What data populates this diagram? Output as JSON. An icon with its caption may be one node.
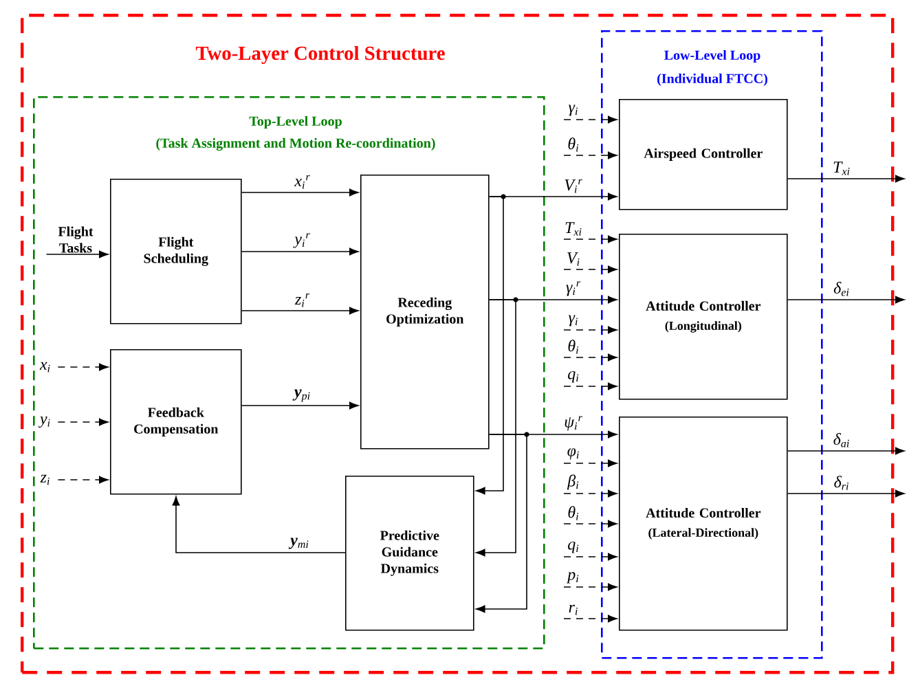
{
  "diagram": {
    "nodes": [
      {
        "text": [
          "Two-Layer Control Structure"
        ]
      },
      {
        "text": [
          "Top-Level Loop",
          "(Task Assignment and Motion Re-coordination)"
        ],
        "in": 0
      },
      {
        "text": [
          "Low-Level Loop",
          "(Individual FTCC)"
        ],
        "in": 0
      },
      {
        "text": [
          "Flight Tasks"
        ],
        "in": 1
      },
      {
        "text": [
          "Flight Scheduling"
        ],
        "in": 1
      },
      {
        "text": [
          "Receding Optimization"
        ],
        "in": 1
      },
      {
        "text": [
          "x$_{i}$"
        ],
        "in": 1
      },
      {
        "text": [
          "Feedback Compensation"
        ],
        "in": 1
      },
      {
        "text": [
          "y$_{i}$"
        ],
        "in": 1
      },
      {
        "text": [
          "z$_{i}$"
        ],
        "in": 1
      },
      {
        "text": [
          "Predictive Guidance Dynamics"
        ],
        "in": 1
      },
      {
        "text": [
          "Airspeed Controller"
        ],
        "in": 2
      },
      {
        "text": [
          "Attitude Controller",
          "(Longitudinal)"
        ],
        "in": 2
      },
      {
        "text": [
          "Attitude Controller",
          "(Lateral-Directional)"
        ],
        "in": 2
      }
    ],
    "edges": [
      {
        "from": 3,
        "to": 4,
        "arrow": "to"
      },
      {
        "from": 4,
        "to": 5,
        "arrow": "to",
        "label": "x$_{i}$$^{r}$"
      },
      {
        "from": 4,
        "to": 5,
        "arrow": "to",
        "label": "y$_{i}$$^{r}$"
      },
      {
        "from": 4,
        "to": 5,
        "arrow": "to",
        "label": "z$_{i}$$^{r}$"
      },
      {
        "from": 6,
        "to": 7,
        "arrow": "to",
        "style": "dashed"
      },
      {
        "from": 8,
        "to": 7,
        "arrow": "to",
        "style": "dashed"
      },
      {
        "from": 9,
        "to": 7,
        "arrow": "to",
        "style": "dashed"
      },
      {
        "from": 7,
        "to": 5,
        "arrow": "to",
        "label": "**y**$_{pi}$"
      },
      {
        "from": 10,
        "to": 7,
        "arrow": "to",
        "label": "**y**$_{mi}$"
      },
      {
        "from": 5,
        "to": 11,
        "arrow": "to",
        "label": "V$_{i}$$^{r}$"
      },
      {
        "from": 5,
        "to": 10,
        "arrow": "to"
      },
      {
        "from": 5,
        "to": 12,
        "arrow": "to",
        "label": "γ$_{i}$$^{r}$"
      },
      {
        "from": 5,
        "to": 10,
        "arrow": "to"
      },
      {
        "from": 5,
        "to": 13,
        "arrow": "to",
        "label": "ψ$_{i}$$^{r}$"
      },
      {
        "from": 5,
        "to": 10,
        "arrow": "to"
      },
      {
        "from": null,
        "to": 11,
        "arrow": "to",
        "style": "dashed",
        "label": "γ$_{i}$"
      },
      {
        "from": null,
        "to": 11,
        "arrow": "to",
        "style": "dashed",
        "label": "θ$_{i}$"
      },
      {
        "from": null,
        "to": 12,
        "arrow": "to",
        "style": "dashed",
        "label": "T$_{xi}$"
      },
      {
        "from": null,
        "to": 12,
        "arrow": "to",
        "style": "dashed",
        "label": "V$_{i}$"
      },
      {
        "from": null,
        "to": 12,
        "arrow": "to",
        "style": "dashed",
        "label": "γ$_{i}$"
      },
      {
        "from": null,
        "to": 12,
        "arrow": "to",
        "style": "dashed",
        "label": "θ$_{i}$"
      },
      {
        "from": null,
        "to": 12,
        "arrow": "to",
        "style": "dashed",
        "label": "q$_{i}$"
      },
      {
        "from": null,
        "to": 13,
        "arrow": "to",
        "style": "dashed",
        "label": "φ$_{i}$"
      },
      {
        "from": null,
        "to": 13,
        "arrow": "to",
        "style": "dashed",
        "label": "β$_{i}$"
      },
      {
        "from": null,
        "to": 13,
        "arrow": "to",
        "style": "dashed",
        "label": "θ$_{i}$"
      },
      {
        "from": null,
        "to": 13,
        "arrow": "to",
        "style": "dashed",
        "label": "q$_{i}$"
      },
      {
        "from": null,
        "to": 13,
        "arrow": "to",
        "style": "dashed",
        "label": "p$_{i}$"
      },
      {
        "from": null,
        "to": 13,
        "arrow": "to",
        "style": "dashed",
        "label": "r$_{i}$"
      },
      {
        "from": 11,
        "to": null,
        "arrow": "to",
        "label": "T$_{xi}$"
      },
      {
        "from": 12,
        "to": null,
        "arrow": "to",
        "label": "δ$_{ei}$"
      },
      {
        "from": 13,
        "to": null,
        "arrow": "to",
        "label": "δ$_{ai}$"
      },
      {
        "from": 13,
        "to": null,
        "arrow": "to",
        "label": "δ$_{ri}$"
      }
    ]
  }
}
